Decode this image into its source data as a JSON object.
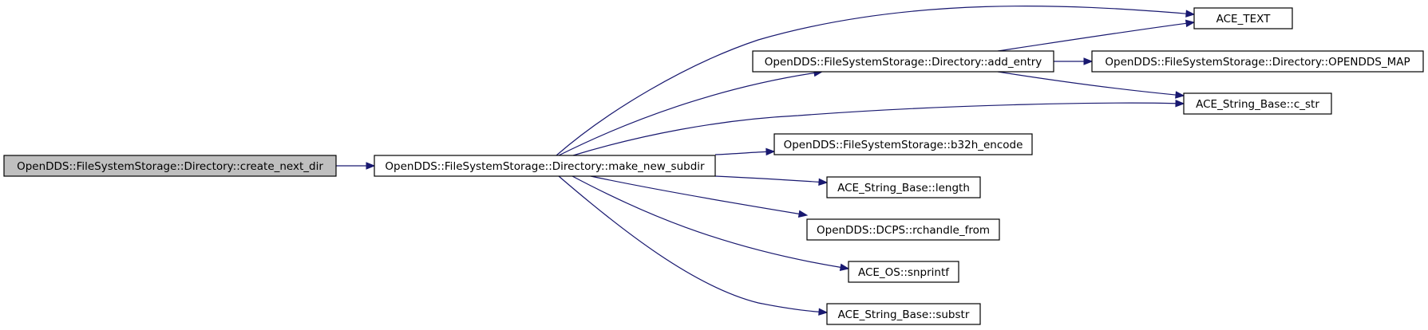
{
  "diagram": {
    "type": "call-graph",
    "colors": {
      "edge": "#191970",
      "root_fill": "#bfbfbf",
      "node_fill": "#ffffff",
      "node_border": "#000000"
    },
    "nodes": [
      {
        "id": "create_next_dir",
        "label": "OpenDDS::FileSystemStorage::Directory::create_next_dir",
        "highlighted": true
      },
      {
        "id": "make_new_subdir",
        "label": "OpenDDS::FileSystemStorage::Directory::make_new_subdir"
      },
      {
        "id": "ace_text",
        "label": "ACE_TEXT"
      },
      {
        "id": "add_entry",
        "label": "OpenDDS::FileSystemStorage::Directory::add_entry"
      },
      {
        "id": "opendds_map",
        "label": "OpenDDS::FileSystemStorage::Directory::OPENDDS_MAP"
      },
      {
        "id": "c_str",
        "label": "ACE_String_Base::c_str"
      },
      {
        "id": "b32h_encode",
        "label": "OpenDDS::FileSystemStorage::b32h_encode"
      },
      {
        "id": "length",
        "label": "ACE_String_Base::length"
      },
      {
        "id": "rchandle_from",
        "label": "OpenDDS::DCPS::rchandle_from"
      },
      {
        "id": "snprintf",
        "label": "ACE_OS::snprintf"
      },
      {
        "id": "substr",
        "label": "ACE_String_Base::substr"
      }
    ],
    "edges": [
      {
        "from": "create_next_dir",
        "to": "make_new_subdir"
      },
      {
        "from": "make_new_subdir",
        "to": "ace_text"
      },
      {
        "from": "make_new_subdir",
        "to": "add_entry"
      },
      {
        "from": "make_new_subdir",
        "to": "c_str"
      },
      {
        "from": "make_new_subdir",
        "to": "b32h_encode"
      },
      {
        "from": "make_new_subdir",
        "to": "length"
      },
      {
        "from": "make_new_subdir",
        "to": "rchandle_from"
      },
      {
        "from": "make_new_subdir",
        "to": "snprintf"
      },
      {
        "from": "make_new_subdir",
        "to": "substr"
      },
      {
        "from": "add_entry",
        "to": "ace_text"
      },
      {
        "from": "add_entry",
        "to": "opendds_map"
      },
      {
        "from": "add_entry",
        "to": "c_str"
      }
    ]
  }
}
